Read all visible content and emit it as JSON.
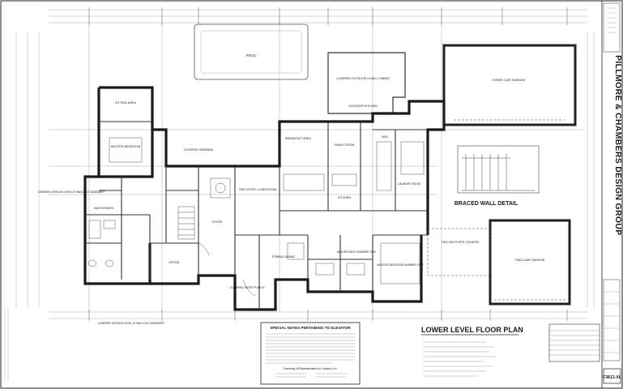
{
  "sheet": {
    "firm_name": "PILLMORE & CHAMBERS DESIGN GROUP",
    "sheet_number": "F3813-XL",
    "plan_title": "LOWER LEVEL FLOOR PLAN",
    "detail_title": "BRACED WALL DETAIL",
    "notes_title": "SPECIAL NOTES PERTAINING TO ELEVATOR",
    "contact_heading": "Governing Lift Representative for Carlyons, Inc."
  },
  "rooms": {
    "pool": "POOL",
    "outdoor_living": "COVERED OUTDOOR LIVING / DINING",
    "outdoor_kitchen": "OUTDOOR KITCHEN",
    "garage_top": "THREE-CAR GARAGE",
    "sitting_area": "SITTING AREA",
    "master_bedroom_left": "MASTER BEDROOM",
    "covered_veranda": "COVERED VERANDA",
    "breakfast": "BREAKFAST AREA",
    "family_room": "FAMILY ROOM",
    "living_room": "TWO-STORY LIVING ROOM",
    "kitchen": "KITCHEN",
    "laundry": "LAUNDRY ROOM",
    "mud": "MUD",
    "foyer": "FOYER",
    "office": "OFFICE",
    "formal_dining": "FORMAL DINING",
    "entry_porch": "COVERED ENTRY PORCH",
    "master_bath": "MASTER BATH",
    "master_bath_2": "MASTER BATH NUMBER TWO",
    "master_bedroom_2": "MASTER BEDROOM NUMBER TWO",
    "porte_cochere": "TWO-CAR PORTE COCHERE",
    "garage_bottom": "TWO-CAR GARAGE",
    "basement_note": "LOWERED GROUND LEVEL AT WALK-OUT BASEMENT"
  }
}
